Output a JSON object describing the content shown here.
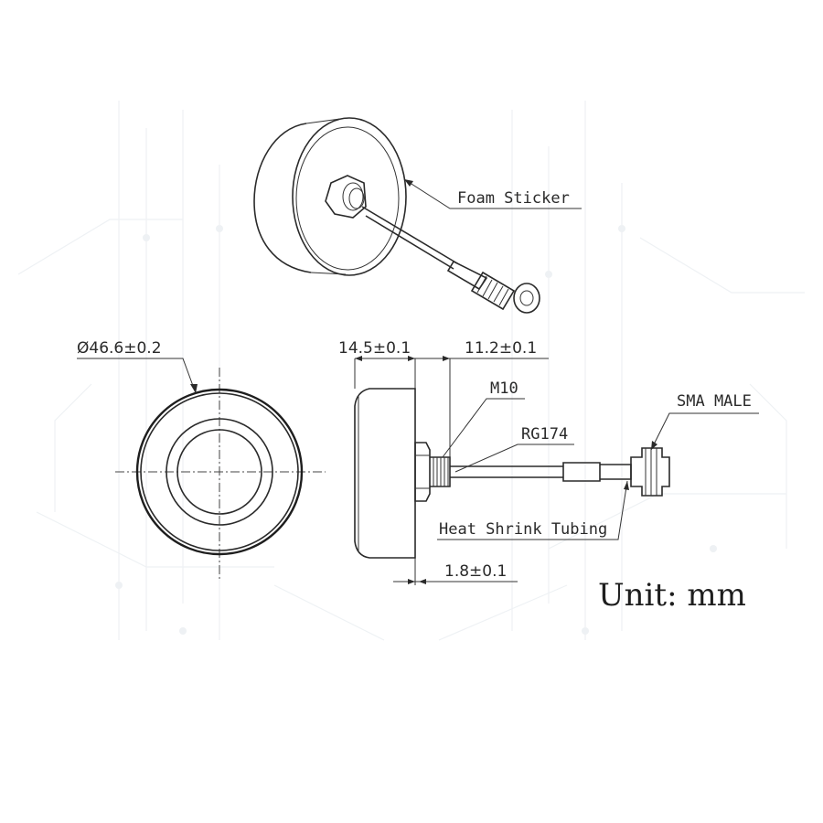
{
  "labels": {
    "foam_sticker": "Foam Sticker",
    "diameter": "Ø46.6±0.2",
    "height": "14.5±0.1",
    "stud_length": "11.2±0.1",
    "thread": "M10",
    "cable": "RG174",
    "connector": "SMA MALE",
    "tubing": "Heat Shrink Tubing",
    "base_thickness": "1.8±0.1",
    "unit": "Unit: mm"
  }
}
